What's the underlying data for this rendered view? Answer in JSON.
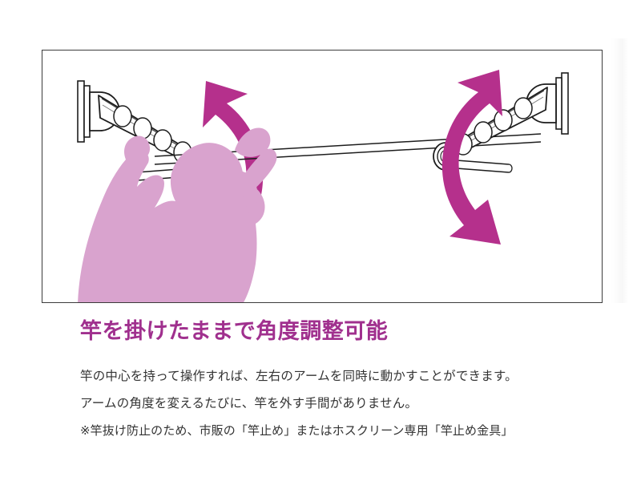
{
  "colors": {
    "accent_magenta": "#b5308c",
    "headline_purple": "#a0308e",
    "silhouette_pink": "#d9a3ce",
    "line_dark": "#1d1d1d",
    "frame_border": "#3c3c3c",
    "body_text": "#333333",
    "background": "#ffffff"
  },
  "illustration": {
    "alt": "物干し竿を掛けたまま左右のアームの角度を調整する人物イラスト",
    "frame_label": "illustration-frame",
    "parts": {
      "left_arm": "left-wall-bracket-arm",
      "right_arm": "right-wall-bracket-arm",
      "left_rotation_arrow": "left-rotation-arrow",
      "right_rotation_arrow": "right-rotation-arrow",
      "pole": "laundry-pole",
      "person": "person-silhouette"
    },
    "arm_hole_count": 4
  },
  "headline": {
    "text": "竿を掛けたままで角度調整可能"
  },
  "body": {
    "lines": [
      "竿の中心を持って操作すれば、左右のアームを同時に動かすことができます。",
      "アームの角度を変えるたびに、竿を外す手間がありません。"
    ],
    "note": "※竿抜け防止のため、市販の「竿止め」またはホスクリーン専用「竿止め金具」"
  }
}
